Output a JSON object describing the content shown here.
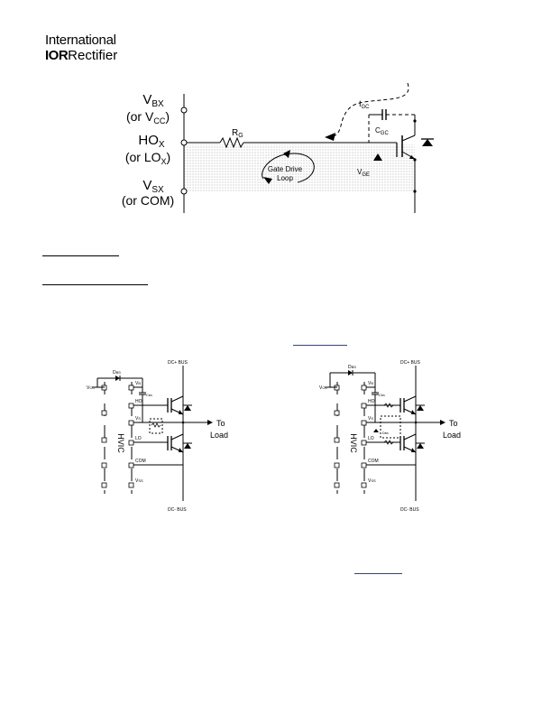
{
  "header": {
    "logo_line1": "International",
    "logo_ior": "IOR",
    "logo_rectifier": "Rectifier"
  },
  "fig_top": {
    "pin_vbx_main": "V",
    "pin_vbx_sub": "BX",
    "pin_vbx_alt_open": "(or V",
    "pin_vbx_alt_sub": "CC",
    "pin_vbx_alt_close": ")",
    "pin_hox_main": "HO",
    "pin_hox_sub": "X",
    "pin_hox_alt_open": "(or LO",
    "pin_hox_alt_sub": "X",
    "pin_hox_alt_close": ")",
    "pin_vsx_main": "V",
    "pin_vsx_sub": "SX",
    "pin_vsx_alt": "(or COM)",
    "rg_label": "R",
    "rg_sub": "G",
    "igc_label": "I",
    "igc_sub": "GC",
    "cgc_label": "C",
    "cgc_sub": "GC",
    "loop_line1": "Gate Drive",
    "loop_line2": "Loop",
    "vge_label": "V",
    "vge_sub": "GE"
  },
  "fig_left": {
    "dbs": "D",
    "dbs_sub": "BS",
    "vcc": "V",
    "vcc_sub": "CC",
    "vb": "V",
    "vb_sub": "B",
    "cbs": "C",
    "cbs_sub": "BS",
    "ho": "HO",
    "vs": "V",
    "vs_sub": "S",
    "lo": "LO",
    "com": "COM",
    "vss": "V",
    "vss_sub": "SS",
    "hvic": "HVIC",
    "bus_plus": "DC+ BUS",
    "bus_minus": "DC- BUS",
    "to": "To",
    "load": "Load"
  },
  "fig_right": {
    "dbs": "D",
    "dbs_sub": "BS",
    "vcc": "V",
    "vcc_sub": "CC",
    "vb": "V",
    "vb_sub": "B",
    "cbs": "C",
    "cbs_sub": "BS",
    "ho": "HO",
    "vs": "V",
    "vs_sub": "S",
    "lo": "LO",
    "com": "COM",
    "vss": "V",
    "vss_sub": "SS",
    "dbs2": "D",
    "dbs2_sub": "BS",
    "hvic": "HVIC",
    "bus_plus": "DC+ BUS",
    "bus_minus": "DC- BUS",
    "to": "To",
    "load": "Load"
  }
}
